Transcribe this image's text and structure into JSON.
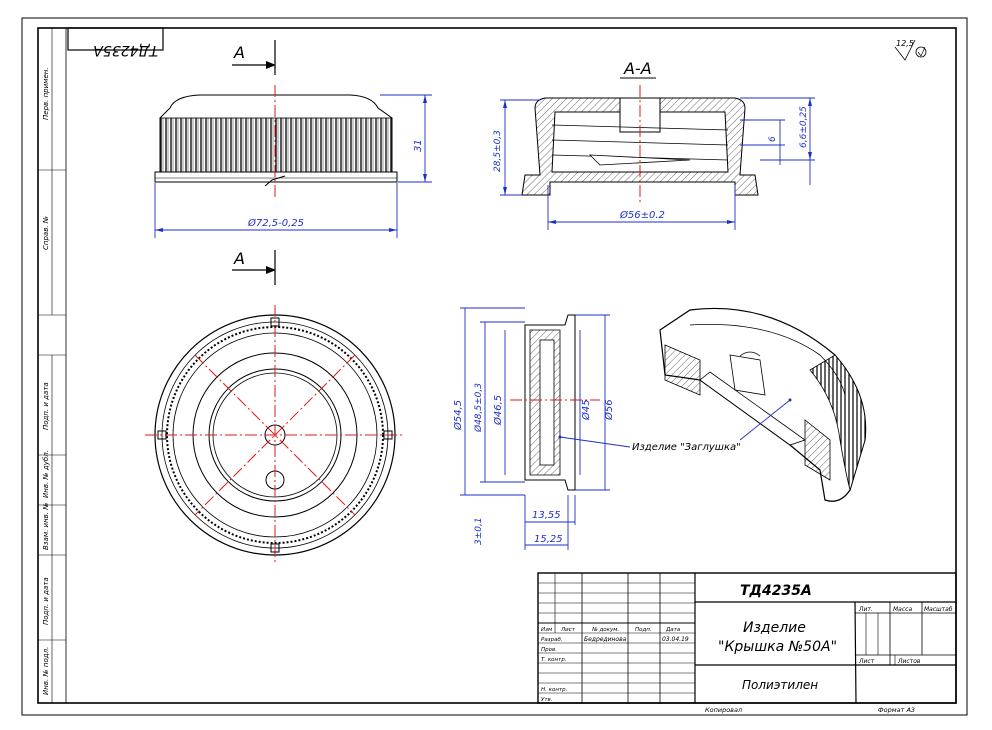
{
  "drawing": {
    "stamp_rotated": "ТД4235А",
    "roughness": "12,5",
    "section_label": "А-А",
    "cut_label": "А",
    "note": "Изделие \"Заглушка\""
  },
  "sidebar": {
    "labels": [
      "Перв. примен.",
      "Справ. №",
      "Подп. и дата",
      "Инв. № дубл.",
      "Взам. инв. №",
      "Подп. и дата",
      "Инв. № подл."
    ]
  },
  "dimensions": {
    "d_outer": "Ø72,5-0,25",
    "height": "31",
    "d_section": "Ø56±0.2",
    "section_h": "28,5±0,3",
    "thread_pitch": "6",
    "thread_h": "6,6±0,25",
    "d54": "Ø54,5",
    "d48": "Ø48,5±0,3",
    "d46": "Ø46,5",
    "d45": "Ø45",
    "d56": "Ø56",
    "w1": "13,55",
    "w2": "15,25",
    "side": "3±0,1"
  },
  "titleblock": {
    "code": "ТД4235А",
    "name_line1": "Изделие",
    "name_line2": "\"Крышка №50А\"",
    "material": "Полиэтилен",
    "headers": [
      "Изм",
      "Лист",
      "№ докум.",
      "Подп.",
      "Дата"
    ],
    "roles": [
      "Разраб.",
      "Пров.",
      "Т. контр.",
      "",
      "Н. контр.",
      "Утв."
    ],
    "developer": "Бедрединова",
    "date": "03.04.19",
    "lit": "Лит.",
    "mass": "Масса",
    "scale": "Масштаб",
    "sheet": "Лист",
    "sheets": "Листов",
    "copied": "Копировал",
    "format": "Формат А3"
  }
}
